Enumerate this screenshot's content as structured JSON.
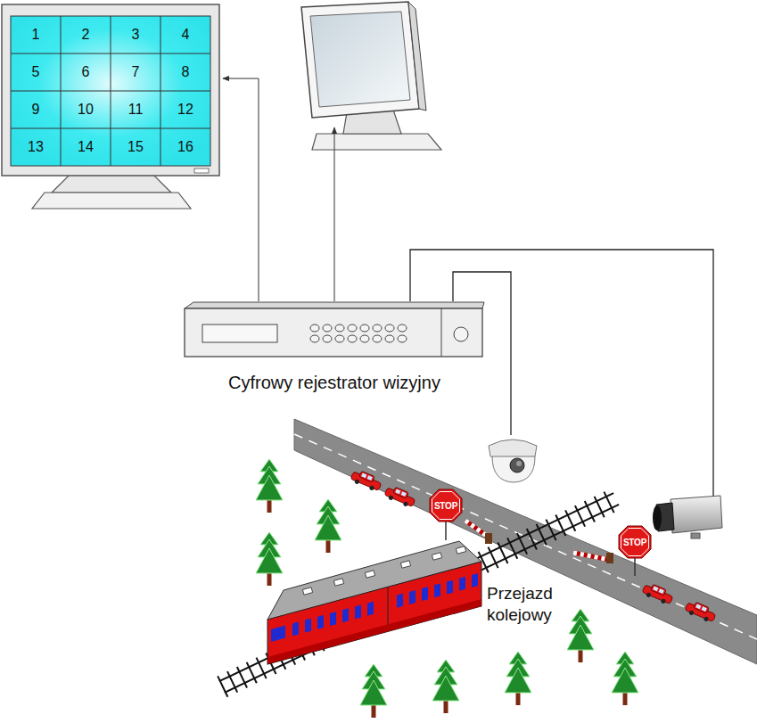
{
  "diagram": {
    "nodes": [
      {
        "text": [
          "1",
          "2",
          "3",
          "4",
          "5",
          "6",
          "7",
          "8",
          "9",
          "10",
          "11",
          "12",
          "13",
          "14",
          "15",
          "16"
        ]
      },
      {
        "text": [
          "Cyfrowy rejestrator wizyjny"
        ]
      },
      {
        "text": [
          "STOP"
        ]
      },
      {
        "text": [
          "STOP"
        ]
      }
    ],
    "edges": [
      {
        "from": 1,
        "to": 0,
        "arrow": "to"
      }
    ],
    "labels": [
      "Przejazd kolejowy"
    ]
  }
}
